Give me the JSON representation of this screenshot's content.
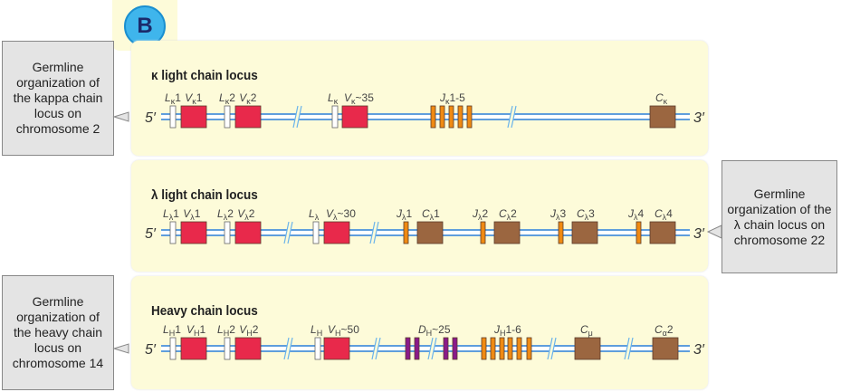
{
  "badge": "B",
  "callouts": {
    "kappa": "Germline organization of the kappa chain locus on chromosome 2",
    "lambda": "Germline organization of the λ chain locus on chromosome 22",
    "heavy": "Germline organization of the heavy chain locus on chromosome 14"
  },
  "loci": [
    {
      "title": "κ light chain locus",
      "five": "5′",
      "three": "3′",
      "labels": [
        {
          "l": "L",
          "s": "κ",
          "t": "1"
        },
        {
          "l": "V",
          "s": "κ",
          "t": "1"
        },
        {
          "l": "L",
          "s": "κ",
          "t": "2"
        },
        {
          "l": "V",
          "s": "κ",
          "t": "2"
        },
        {
          "l": "L",
          "s": "κ",
          "t": ""
        },
        {
          "l": "V",
          "s": "κ",
          "t": "~35"
        },
        {
          "l": "J",
          "s": "κ",
          "t": "1-5"
        },
        {
          "l": "C",
          "s": "κ",
          "t": ""
        }
      ]
    },
    {
      "title": "λ light chain locus",
      "five": "5′",
      "three": "3′",
      "labels": [
        {
          "l": "L",
          "s": "λ",
          "t": "1"
        },
        {
          "l": "V",
          "s": "λ",
          "t": "1"
        },
        {
          "l": "L",
          "s": "λ",
          "t": "2"
        },
        {
          "l": "V",
          "s": "λ",
          "t": "2"
        },
        {
          "l": "L",
          "s": "λ",
          "t": ""
        },
        {
          "l": "V",
          "s": "λ",
          "t": "~30"
        },
        {
          "l": "J",
          "s": "λ",
          "t": "1"
        },
        {
          "l": "C",
          "s": "λ",
          "t": "1"
        },
        {
          "l": "J",
          "s": "λ",
          "t": "2"
        },
        {
          "l": "C",
          "s": "λ",
          "t": "2"
        },
        {
          "l": "J",
          "s": "λ",
          "t": "3"
        },
        {
          "l": "C",
          "s": "λ",
          "t": "3"
        },
        {
          "l": "J",
          "s": "λ",
          "t": "4"
        },
        {
          "l": "C",
          "s": "λ",
          "t": "4"
        }
      ]
    },
    {
      "title": "Heavy chain locus",
      "five": "5′",
      "three": "3′",
      "labels": [
        {
          "l": "L",
          "s": "H",
          "t": "1"
        },
        {
          "l": "V",
          "s": "H",
          "t": "1"
        },
        {
          "l": "L",
          "s": "H",
          "t": "2"
        },
        {
          "l": "V",
          "s": "H",
          "t": "2"
        },
        {
          "l": "L",
          "s": "H",
          "t": ""
        },
        {
          "l": "V",
          "s": "H",
          "t": "~50"
        },
        {
          "l": "D",
          "s": "H",
          "t": "~25"
        },
        {
          "l": "J",
          "s": "H",
          "t": "1-6"
        },
        {
          "l": "C",
          "s": "μ",
          "t": ""
        },
        {
          "l": "C",
          "s": "α",
          "t": "2"
        }
      ]
    }
  ],
  "colors": {
    "L": "#ffffff",
    "V": "#e8294b",
    "J": "#f08a12",
    "C": "#9b6640",
    "D": "#8a1a8a",
    "line": "#2a7fd0"
  }
}
